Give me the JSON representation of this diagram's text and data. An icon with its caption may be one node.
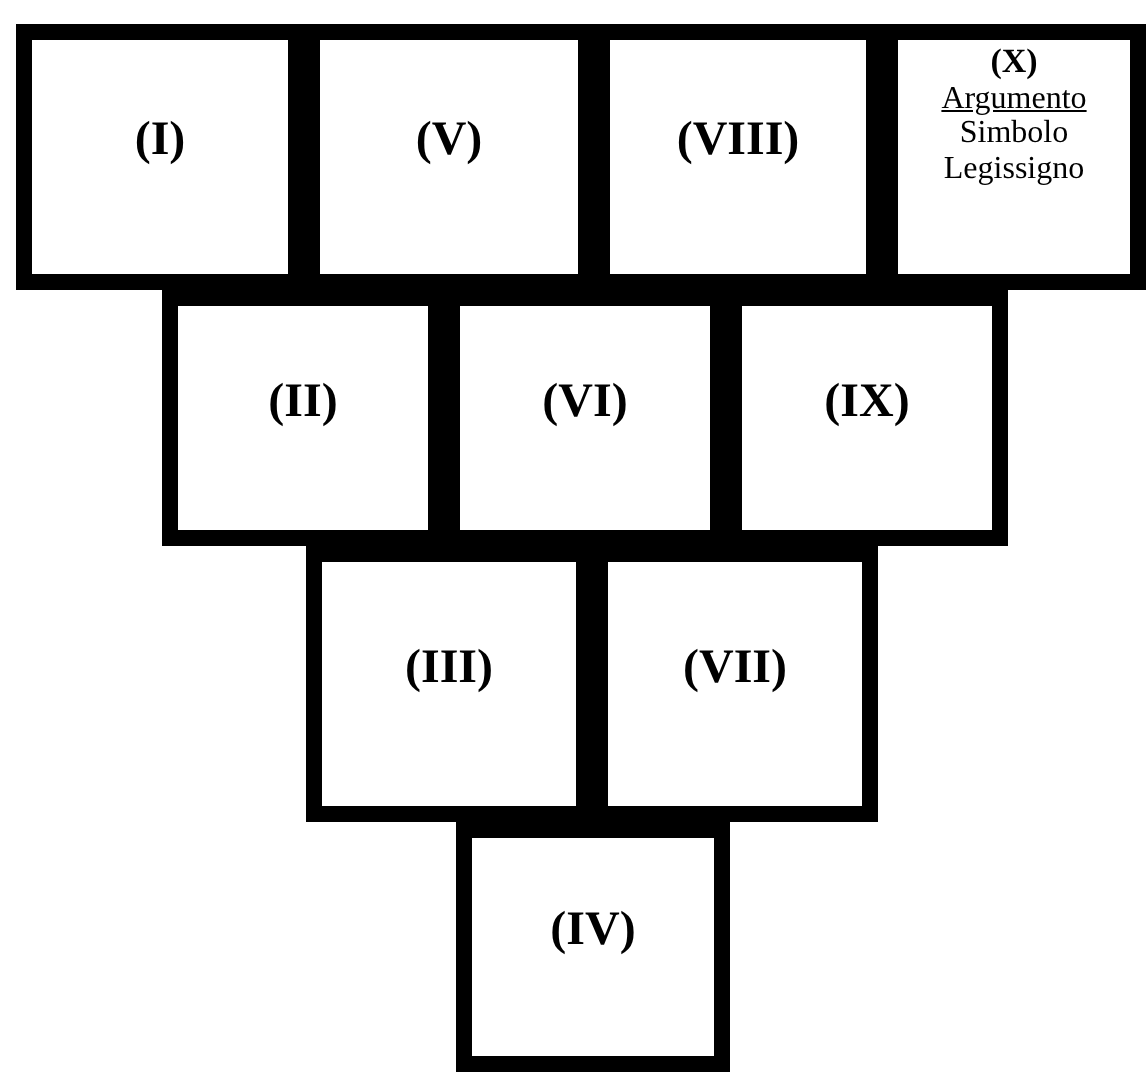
{
  "diagram": {
    "nodes": [
      {
        "text": [
          "(I)"
        ]
      },
      {
        "text": [
          "(V)"
        ]
      },
      {
        "text": [
          "(VIII)"
        ]
      },
      {
        "text": [
          "(X)",
          "Argumento",
          "Simbolo",
          "Legissigno"
        ]
      },
      {
        "text": [
          "(II)"
        ]
      },
      {
        "text": [
          "(VI)"
        ]
      },
      {
        "text": [
          "(IX)"
        ]
      },
      {
        "text": [
          "(III)"
        ]
      },
      {
        "text": [
          "(VII)"
        ]
      },
      {
        "text": [
          "(IV)"
        ]
      }
    ]
  }
}
